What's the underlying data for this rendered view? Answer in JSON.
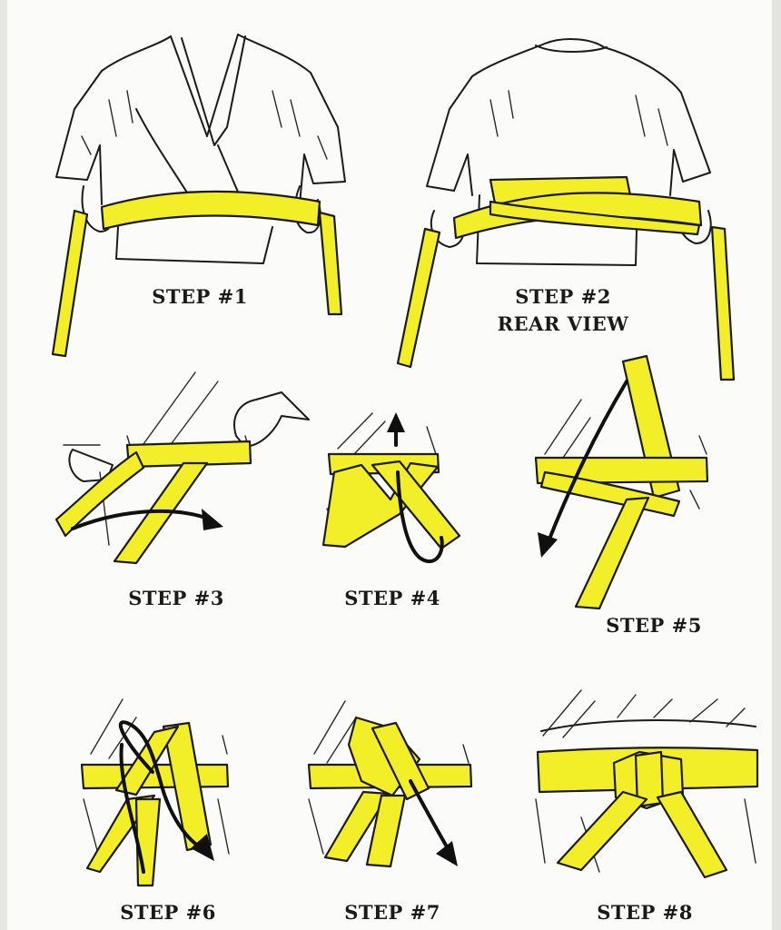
{
  "steps": [
    {
      "label": "STEP #1"
    },
    {
      "label": "STEP #2",
      "sublabel": "REAR VIEW"
    },
    {
      "label": "STEP #3"
    },
    {
      "label": "STEP #4"
    },
    {
      "label": "STEP #5"
    },
    {
      "label": "STEP #6"
    },
    {
      "label": "STEP #7"
    },
    {
      "label": "STEP #8"
    }
  ],
  "colors": {
    "belt": "#f2ee28",
    "ink": "#1b1b1b",
    "background": "#fbfbfa"
  }
}
